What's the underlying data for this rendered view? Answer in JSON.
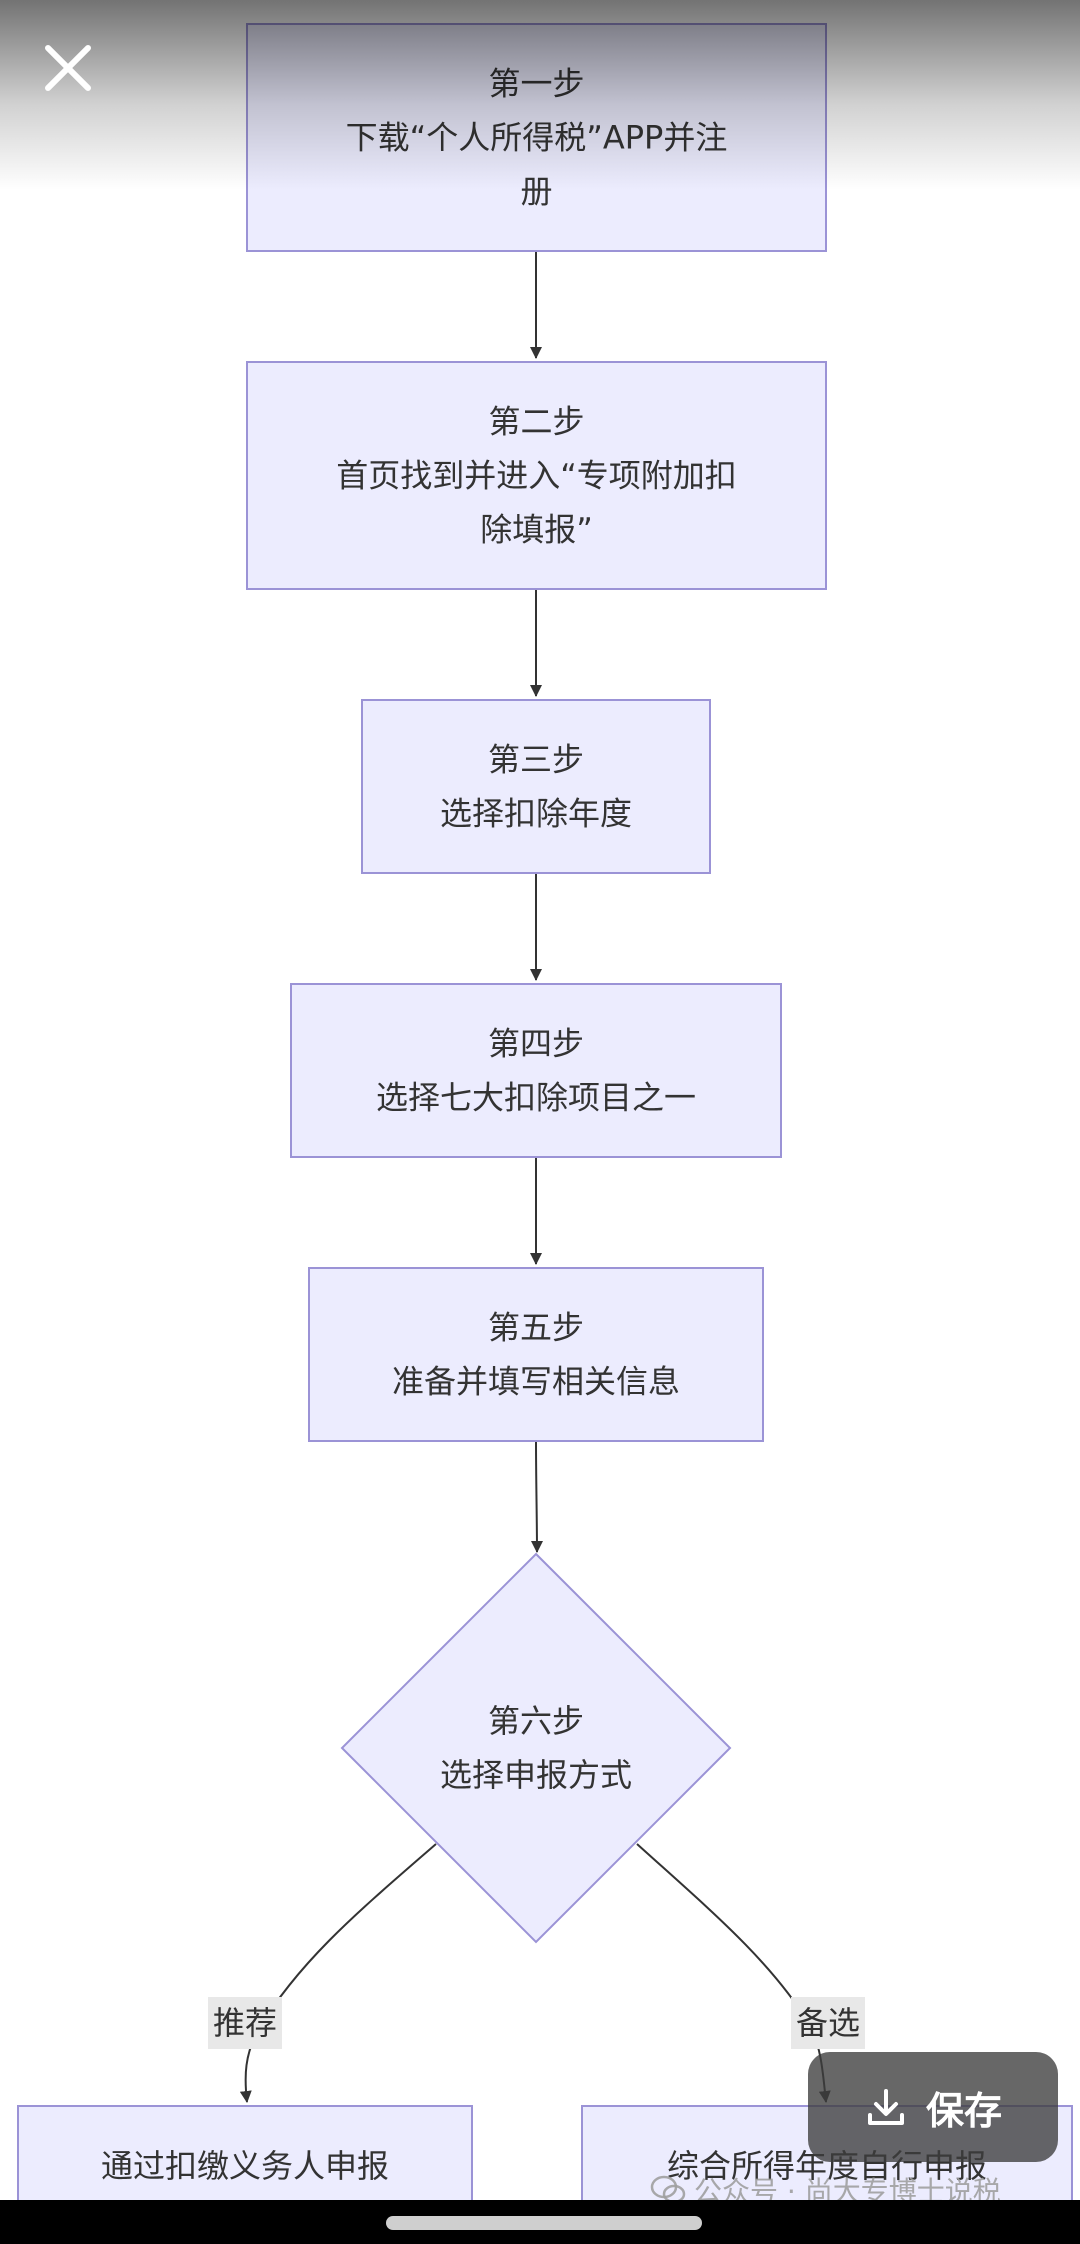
{
  "toolbar": {
    "close_icon": "close-icon",
    "save_label": "保存",
    "save_icon": "download-icon"
  },
  "watermark": {
    "text": "公众号 · 尚大专博士说税",
    "icon": "wechat-icon"
  },
  "colors": {
    "node_fill": "#ececfe",
    "node_stroke": "#9b93d6",
    "edge": "#333333",
    "label_bg": "#e8e8e8"
  },
  "flowchart": {
    "nodes": [
      {
        "id": "s1",
        "shape": "rect",
        "lines": [
          "第一步",
          "下载“个人所得税”APP并注",
          "册"
        ]
      },
      {
        "id": "s2",
        "shape": "rect",
        "lines": [
          "第二步",
          "首页找到并进入“专项附加扣",
          "除填报”"
        ]
      },
      {
        "id": "s3",
        "shape": "rect",
        "lines": [
          "第三步",
          "选择扣除年度"
        ]
      },
      {
        "id": "s4",
        "shape": "rect",
        "lines": [
          "第四步",
          "选择七大扣除项目之一"
        ]
      },
      {
        "id": "s5",
        "shape": "rect",
        "lines": [
          "第五步",
          "准备并填写相关信息"
        ]
      },
      {
        "id": "s6",
        "shape": "diamond",
        "lines": [
          "第六步",
          "选择申报方式"
        ]
      },
      {
        "id": "o1",
        "shape": "rect",
        "lines": [
          "通过扣缴义务人申报"
        ]
      },
      {
        "id": "o2",
        "shape": "rect",
        "lines": [
          "综合所得年度自行申报"
        ]
      }
    ],
    "edges": [
      {
        "from": "s1",
        "to": "s2",
        "label": ""
      },
      {
        "from": "s2",
        "to": "s3",
        "label": ""
      },
      {
        "from": "s3",
        "to": "s4",
        "label": ""
      },
      {
        "from": "s4",
        "to": "s5",
        "label": ""
      },
      {
        "from": "s5",
        "to": "s6",
        "label": ""
      },
      {
        "from": "s6",
        "to": "o1",
        "label": "推荐"
      },
      {
        "from": "s6",
        "to": "o2",
        "label": "备选"
      }
    ]
  }
}
